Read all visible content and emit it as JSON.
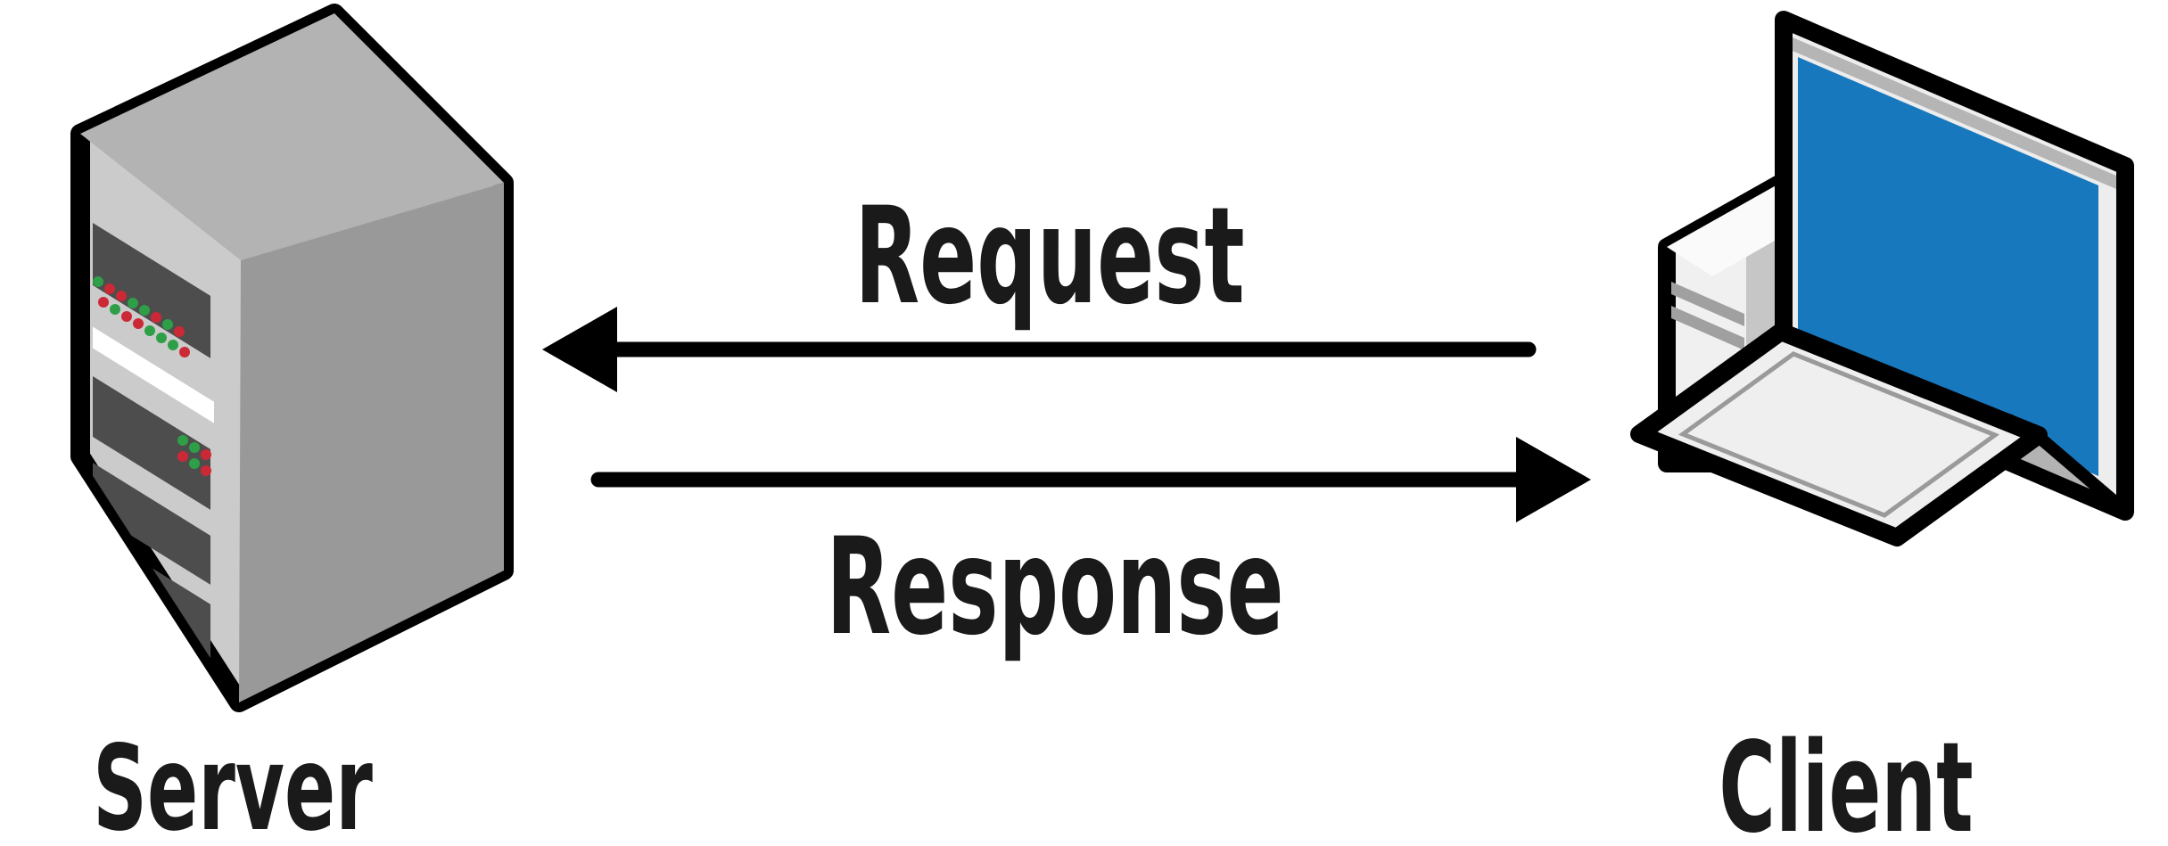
{
  "diagram": {
    "type": "client-server-communication",
    "nodes": [
      {
        "id": "server",
        "label": "Server",
        "icon": "server-tower-icon"
      },
      {
        "id": "client",
        "label": "Client",
        "icon": "desktop-computer-icon"
      }
    ],
    "edges": [
      {
        "id": "request",
        "label": "Request",
        "from": "client",
        "to": "server",
        "arrow_direction": "left"
      },
      {
        "id": "response",
        "label": "Response",
        "from": "server",
        "to": "client",
        "arrow_direction": "right"
      }
    ],
    "colors": {
      "background": "#ffffff",
      "outline": "#000000",
      "text": "#1a1a1a",
      "screen_blue": "#1878BE",
      "led_green": "#2E9E47",
      "led_red": "#CC2936",
      "server_front": "#CBCBCB",
      "server_side": "#999999",
      "server_top": "#B3B3B3",
      "slot_dark": "#4D4D4D",
      "bezel_light": "#EDEDED",
      "shadow_gray": "#B3B3B3"
    }
  }
}
